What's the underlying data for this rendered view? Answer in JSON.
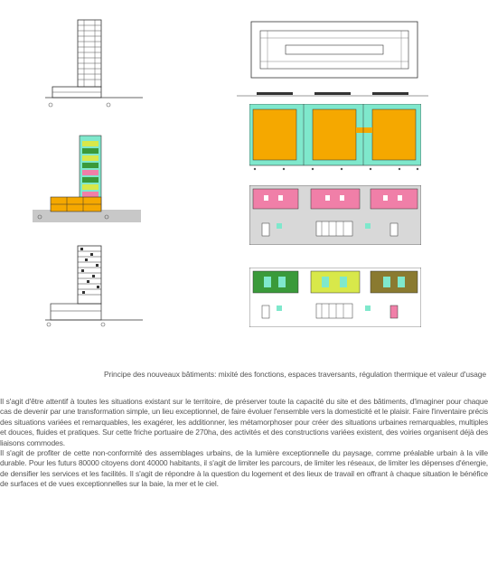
{
  "caption": "Principe des nouveaux bâtiments: mixité des fonctions, espaces traversants, régulation thermique et valeur d'usage",
  "paragraphs": [
    "Il s'agit d'être attentif à toutes les situations existant sur le territoire, de préserver toute la capacité du site et des bâtiments, d'imaginer pour chaque cas de devenir par une  transformation simple, un lieu exceptionnel, de faire évoluer l'ensemble vers la domesticité et le plaisir. Faire l'inventaire précis des situations variées et remarquables, les exagérer, les additionner, les métamorphoser pour  créer des situations urbaines remarquables, multiples et douces, fluides et pratiques. Sur cette friche portuaire de 270ha, des activités et  des constructions variées existent, des voiries organisent déjà des liaisons commodes.",
    "Il s'agit de profiter de cette non-conformité des assemblages urbains, de la lumière exceptionnelle du paysage, comme préalable urbain à la ville durable. Pour les futurs 80000 citoyens dont 40000 habitants, il s'agit de limiter les parcours, de limiter les réseaux, de limiter les dépenses d'énergie, de densifier les services et les facilités. Il s'agit de répondre à la question du logement et des lieux de travail en offrant à chaque situation le bénéfice de surfaces et de vues exceptionnelles sur la baie, la mer et le ciel."
  ],
  "colors": {
    "orange": "#f5a800",
    "aqua": "#7fe8cc",
    "green": "#3a9a3a",
    "lime": "#d8e84a",
    "pink": "#f07fa8",
    "olive": "#8a7a30",
    "grey": "#c8c8c8"
  }
}
